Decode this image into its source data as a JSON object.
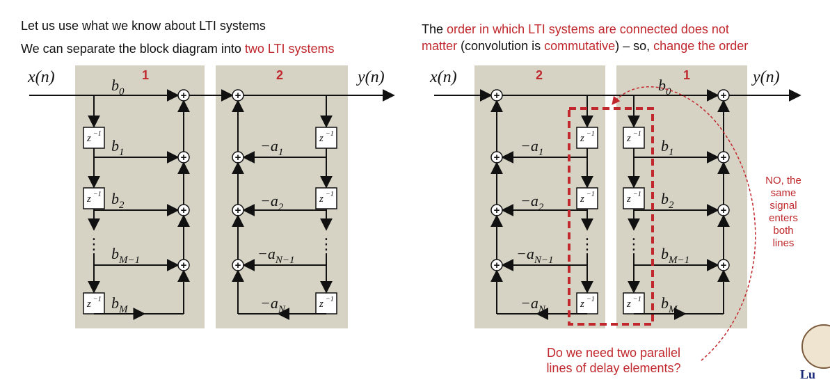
{
  "left": {
    "line1": "Let us use what we know about LTI systems",
    "line2_pre": "We can separate the block diagram into ",
    "line2_red": "two LTI systems"
  },
  "right": {
    "l1_pre": "The ",
    "l1_red": "order in which LTI systems are connected does not",
    "l2_red_a": "matter",
    "l2_mid": " (convolution is ",
    "l2_red_b": "commutative",
    "l2_mid2": ") – so, ",
    "l2_red_c": "change the order"
  },
  "diagram": {
    "x_label": "x(n)",
    "y_label": "y(n)",
    "system1_number": "1",
    "system2_number": "2",
    "delay_label": "z",
    "delay_exp": "−1",
    "b": [
      "b",
      "b",
      "b",
      "b",
      "b"
    ],
    "b_sub": [
      "0",
      "1",
      "2",
      "M−1",
      "M"
    ],
    "a_sub": [
      "1",
      "2",
      "N−1",
      "N"
    ],
    "a_prefix": "−a",
    "plus": "+",
    "vdots": "⋮"
  },
  "annotations": {
    "note_lines": [
      "NO, the",
      "same",
      "signal",
      "enters",
      "both",
      "lines"
    ],
    "question_line1": "Do we need two parallel",
    "question_line2": "lines of delay elements?"
  },
  "colors": {
    "panel": "#d6d2c4",
    "accent": "#c0282d",
    "ink": "#111111"
  },
  "logo_text": "Lu"
}
